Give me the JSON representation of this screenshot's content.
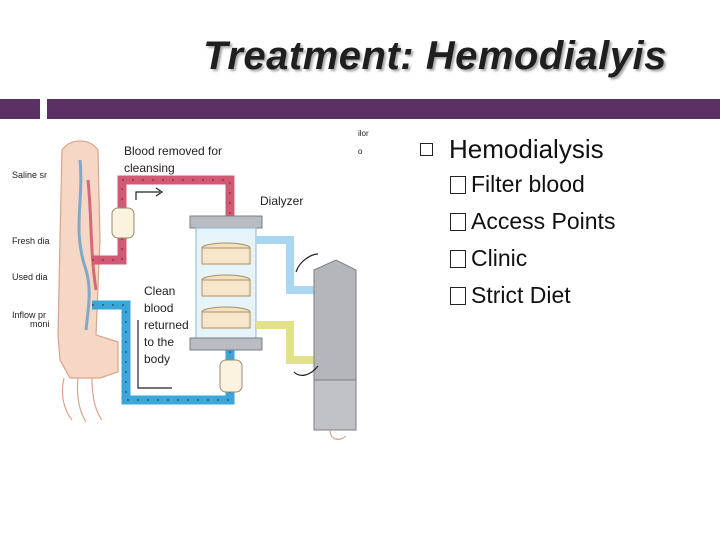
{
  "slide": {
    "title": "Treatment: Hemodialyis",
    "accent_color": "#5b3165"
  },
  "figure": {
    "labels": {
      "blood_removed": [
        "Blood removed for",
        "cleansing"
      ],
      "dialyzer": "Dialyzer",
      "clean_blood": [
        "Clean",
        "blood",
        "returned",
        "to the",
        "body"
      ],
      "left_saline": "Saline sr",
      "left_fresh": "Fresh dia",
      "left_used": "Used dia",
      "left_inflow": [
        "Inflow pr",
        "moni"
      ],
      "top_right_1": "ilor",
      "top_right_2": "o"
    }
  },
  "bullets": {
    "main": "Hemodialysis",
    "sub": [
      "Filter blood",
      "Access Points",
      "Clinic",
      "Strict Diet"
    ]
  }
}
